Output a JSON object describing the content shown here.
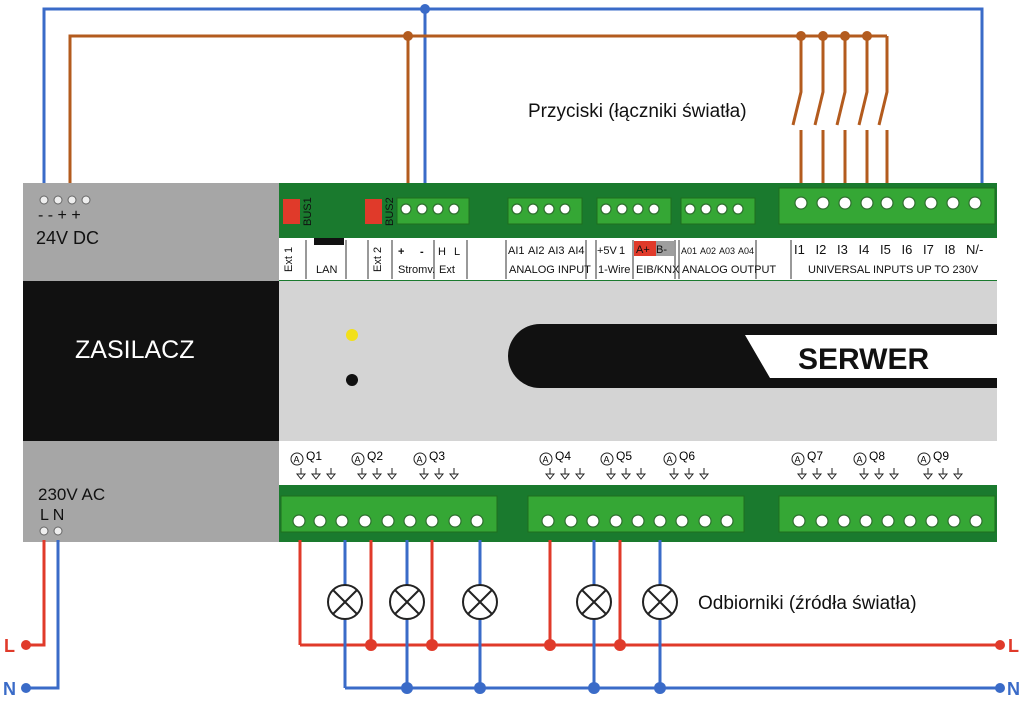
{
  "power_supply": {
    "dc_terminals": "- - + +",
    "dc_label": "24V DC",
    "name": "ZASILACZ",
    "ac_label": "230V AC",
    "ac_terminals": "L N"
  },
  "server": {
    "name": "SERWER",
    "bus1": "BUS1",
    "bus2": "BUS2",
    "ext1": "Ext 1",
    "ext2": "Ext 2",
    "lan": "LAN",
    "stromv": "Stromv.",
    "ext": "Ext",
    "plus": "+",
    "minus": "-",
    "h": "H",
    "l": "L",
    "analog_input": {
      "title": "ANALOG INPUT",
      "pins": [
        "AI1",
        "AI2",
        "AI3",
        "AI4"
      ]
    },
    "onewire": {
      "title": "1-Wire",
      "pins": [
        "+5V",
        "1"
      ]
    },
    "eib": {
      "title": "EIB/KNX",
      "pins": [
        "A+",
        "B-"
      ]
    },
    "analog_output": {
      "title": "ANALOG OUTPUT",
      "pins": [
        "A01",
        "A02",
        "A03",
        "A04"
      ]
    },
    "universal_inputs": {
      "title": "UNIVERSAL INPUTS UP TO 230V",
      "pins": [
        "I1",
        "I2",
        "I3",
        "I4",
        "I5",
        "I6",
        "I7",
        "I8",
        "N/-"
      ]
    },
    "outputs": [
      "Q1",
      "Q2",
      "Q3",
      "Q4",
      "Q5",
      "Q6",
      "Q7",
      "Q8",
      "Q9"
    ],
    "relay_marker": "A"
  },
  "labels": {
    "buttons": "Przyciski (łączniki światła)",
    "loads": "Odbiorniki (źródła światła)",
    "L_left": "L",
    "N_left": "N",
    "L_right": "L",
    "N_right": "N"
  },
  "colors": {
    "brown_wire": "#b35b1e",
    "blue_wire": "#3a6bc8",
    "red_wire": "#e03a2a",
    "terminal_green": "#35a735",
    "module_green": "#1a7a2e",
    "psu_gray": "#a6a6a6",
    "psu_black": "#111111"
  }
}
